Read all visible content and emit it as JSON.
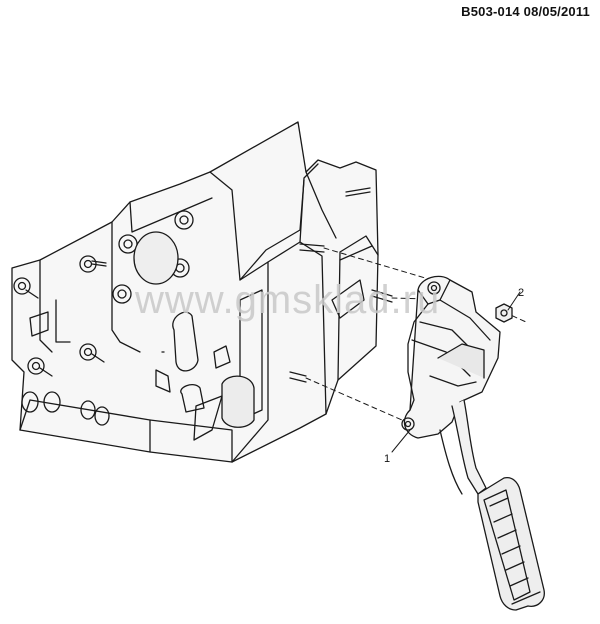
{
  "diagram": {
    "code": "B503-014",
    "date": "08/05/2011",
    "watermark": "www.gmsklad.ru",
    "callouts": [
      {
        "label": "1"
      },
      {
        "label": "2"
      }
    ]
  }
}
